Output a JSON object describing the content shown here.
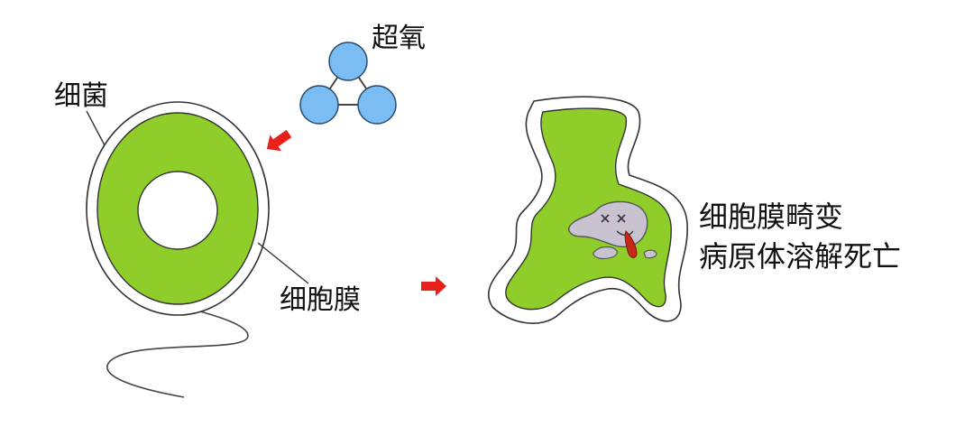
{
  "labels": {
    "superoxide": "超氧",
    "bacterium": "细菌",
    "cell_membrane": "细胞膜",
    "result_line1": "细胞膜畸变",
    "result_line2": "病原体溶解死亡"
  },
  "colors": {
    "cytoplasm_green": "#8fce2a",
    "molecule_blue": "#79bdf2",
    "arrow_red": "#e8211b",
    "debris_gray": "#c9c2d0",
    "tongue_red": "#c8281c",
    "outline": "#333333"
  }
}
